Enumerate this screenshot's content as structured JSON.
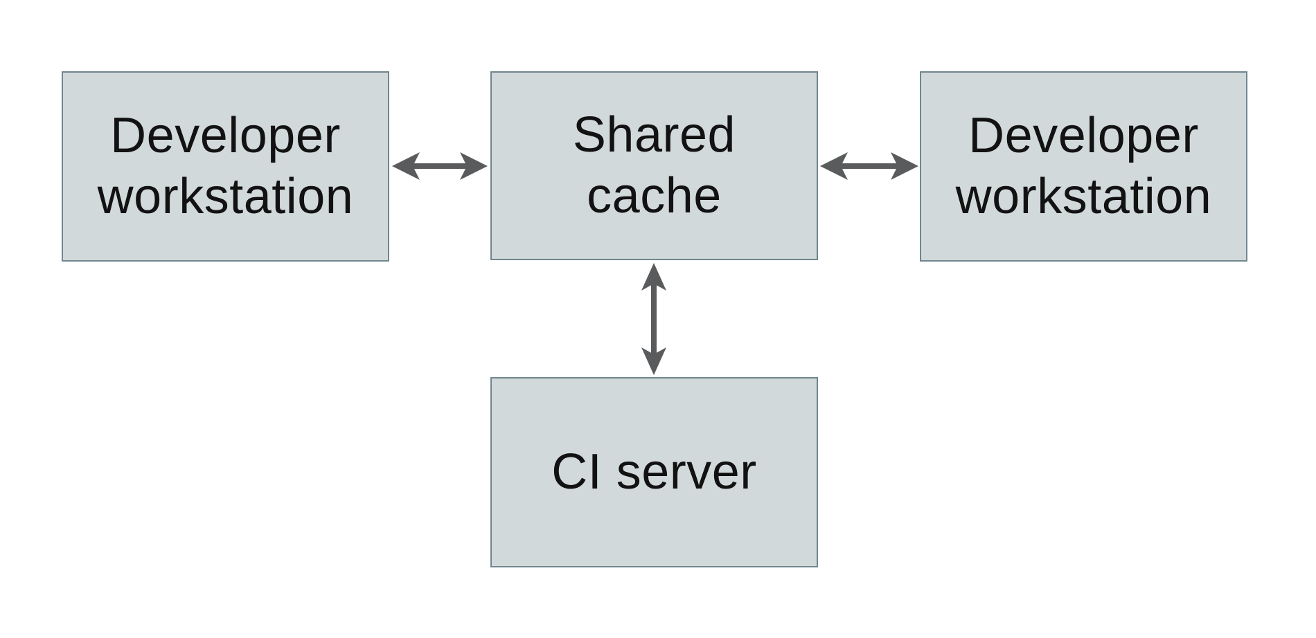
{
  "diagram": {
    "background": "#ffffff",
    "colors": {
      "box_fill": "#d2d9db",
      "box_border": "#70868f",
      "arrow": "#595b5d",
      "text": "#121212"
    },
    "nodes": [
      {
        "id": "developer-workstation-left",
        "lines": [
          "Developer",
          "workstation"
        ]
      },
      {
        "id": "shared-cache",
        "lines": [
          "Shared",
          "cache"
        ]
      },
      {
        "id": "developer-workstation-right",
        "lines": [
          "Developer",
          "workstation"
        ]
      },
      {
        "id": "ci-server",
        "lines": [
          "CI server"
        ]
      }
    ],
    "edges": [
      {
        "from": "developer-workstation-left",
        "to": "shared-cache",
        "type": "bidirectional"
      },
      {
        "from": "shared-cache",
        "to": "developer-workstation-right",
        "type": "bidirectional"
      },
      {
        "from": "shared-cache",
        "to": "ci-server",
        "type": "bidirectional"
      }
    ]
  }
}
